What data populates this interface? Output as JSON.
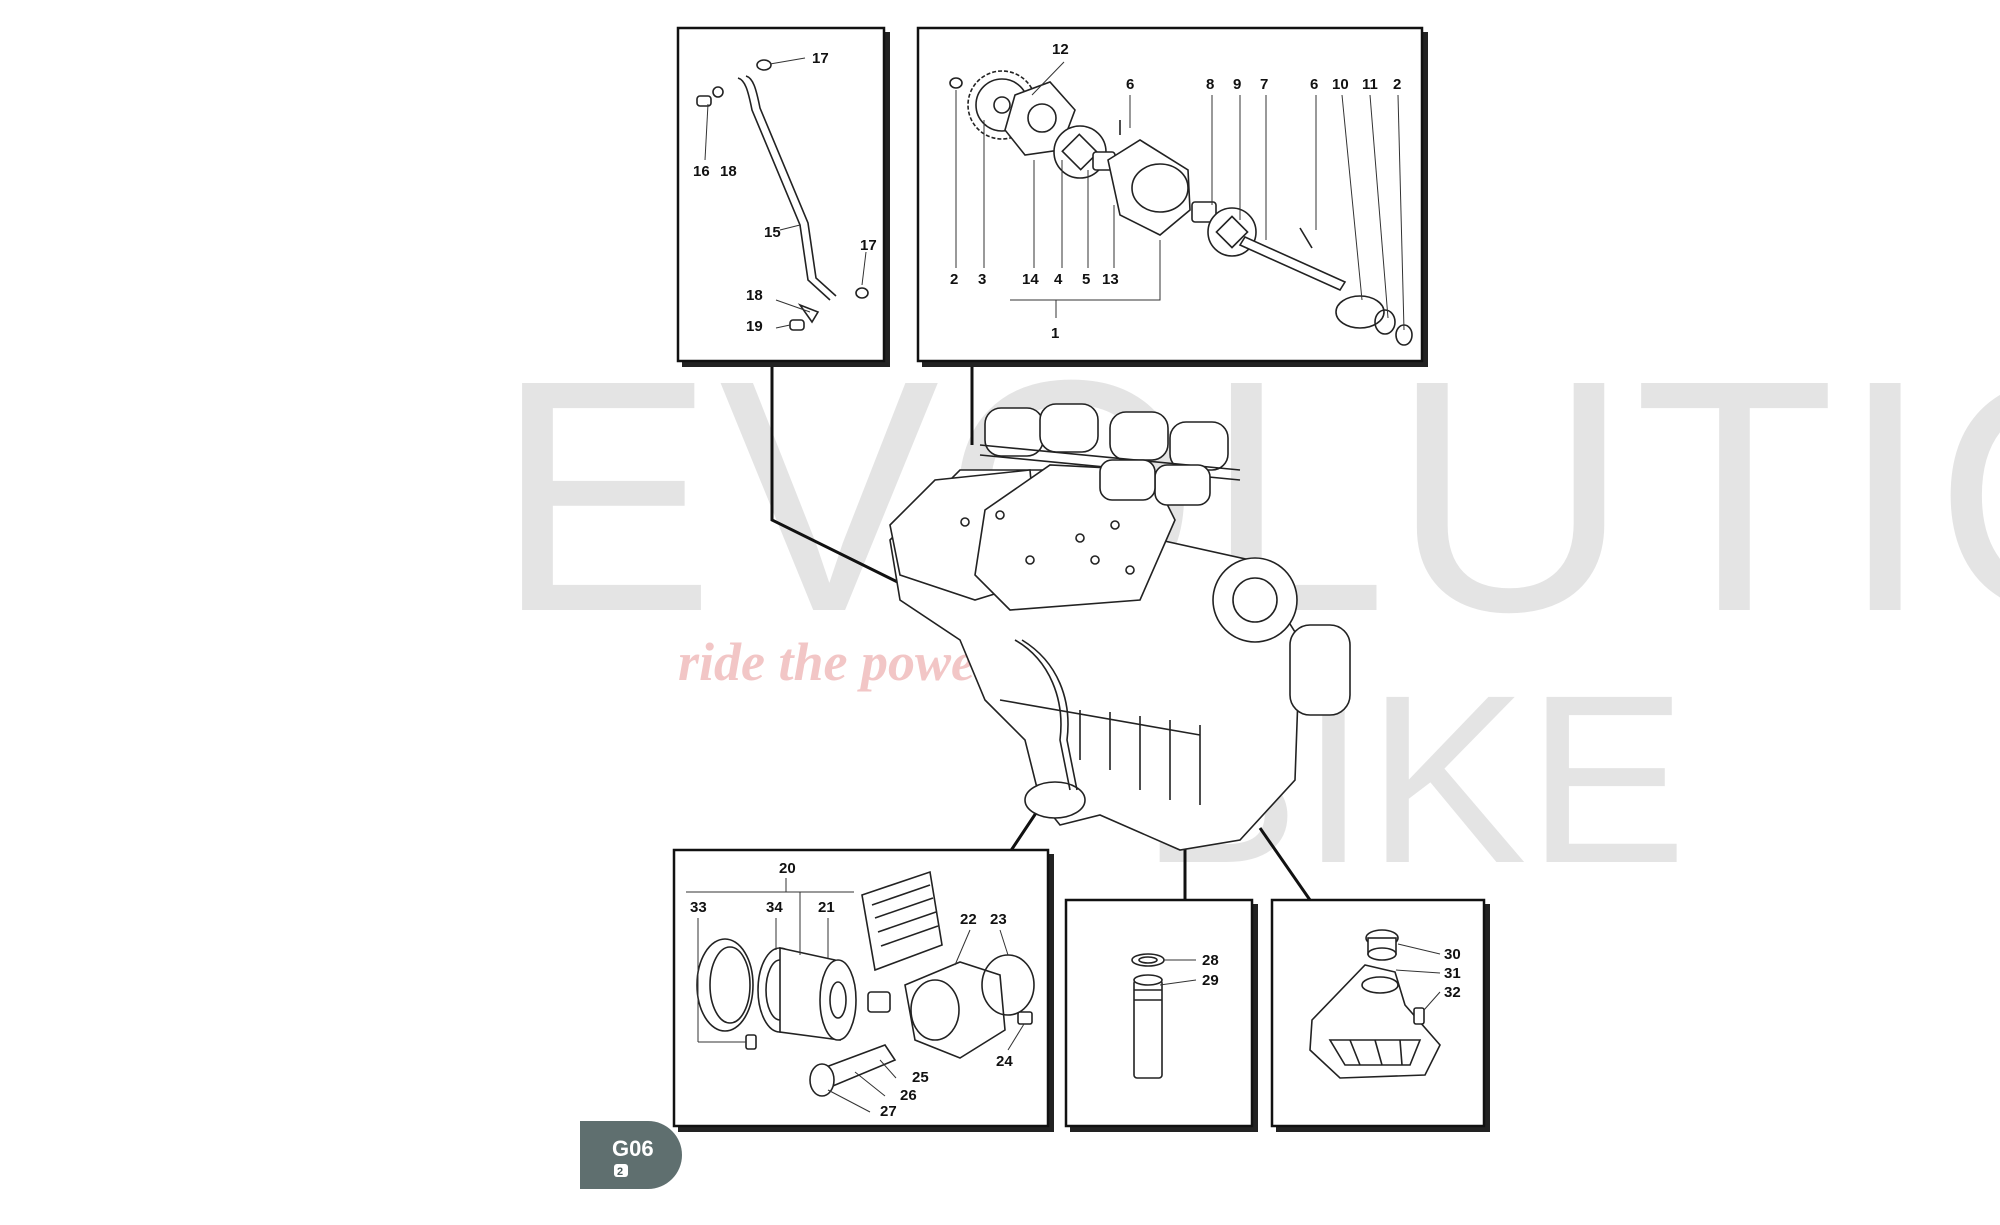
{
  "watermark": {
    "brand_main": "EVOLUTION",
    "brand_bike": "BIKE",
    "tagline": "ride the power"
  },
  "page_tab": {
    "code": "G06",
    "sub": "2"
  },
  "panels": {
    "oil_pipe": {
      "labels": [
        "17",
        "16",
        "18",
        "15",
        "17",
        "18",
        "19"
      ]
    },
    "oil_pump": {
      "labels": [
        "12",
        "6",
        "8",
        "9",
        "7",
        "6",
        "10",
        "11",
        "2",
        "2",
        "3",
        "14",
        "4",
        "5",
        "13",
        "1"
      ]
    },
    "oil_filter": {
      "labels": [
        "20",
        "33",
        "34",
        "21",
        "22",
        "23",
        "24",
        "25",
        "26",
        "27"
      ]
    },
    "pressure_sender": {
      "labels": [
        "28",
        "29"
      ]
    },
    "oil_pickup": {
      "labels": [
        "30",
        "31",
        "32"
      ]
    }
  }
}
